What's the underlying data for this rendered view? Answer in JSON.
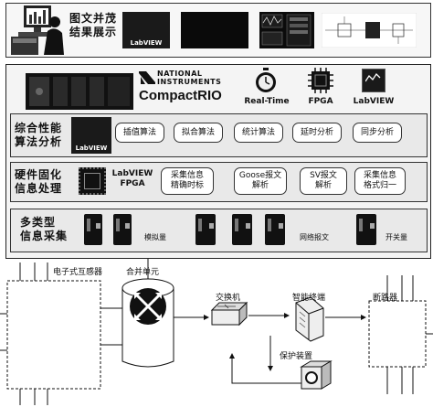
{
  "display": {
    "title_line1": "图文并茂",
    "title_line2": "结果展示",
    "labview_small": "LabVIEW"
  },
  "crio": {
    "brand_line1": "NATIONAL",
    "brand_line2": "INSTRUMENTS",
    "product": "CompactRIO",
    "realtime_label": "Real-Time",
    "fpga_label": "FPGA",
    "labview_label": "LabVIEW",
    "labview_small": "LabVIEW"
  },
  "analysis": {
    "title_line1": "综合性能",
    "title_line2": "算法分析",
    "buttons": [
      "插值算法",
      "拟合算法",
      "统计算法",
      "延时分析",
      "同步分析"
    ]
  },
  "hardware": {
    "title_line1": "硬件固化",
    "title_line2": "信息处理",
    "chip_label_line1": "LabVIEW",
    "chip_label_line2": "FPGA",
    "buttons": [
      {
        "line1": "采集信息",
        "line2": "精确时标"
      },
      {
        "line1": "Goose报文",
        "line2": "解析"
      },
      {
        "line1": "SV报文",
        "line2": "解析"
      },
      {
        "line1": "采集信息",
        "line2": "格式归一"
      }
    ]
  },
  "acquisition": {
    "title_line1": "多类型",
    "title_line2": "信息采集",
    "analog_label": "模拟量",
    "network_label": "网络报文",
    "switch_label": "开关量"
  },
  "diagram": {
    "transformer_label": "电子式互感器",
    "merging_unit_label": "合并单元",
    "switch_label": "交换机",
    "smart_terminal_label": "智能终端",
    "breaker_label": "断路器",
    "protection_label": "保护装置"
  }
}
